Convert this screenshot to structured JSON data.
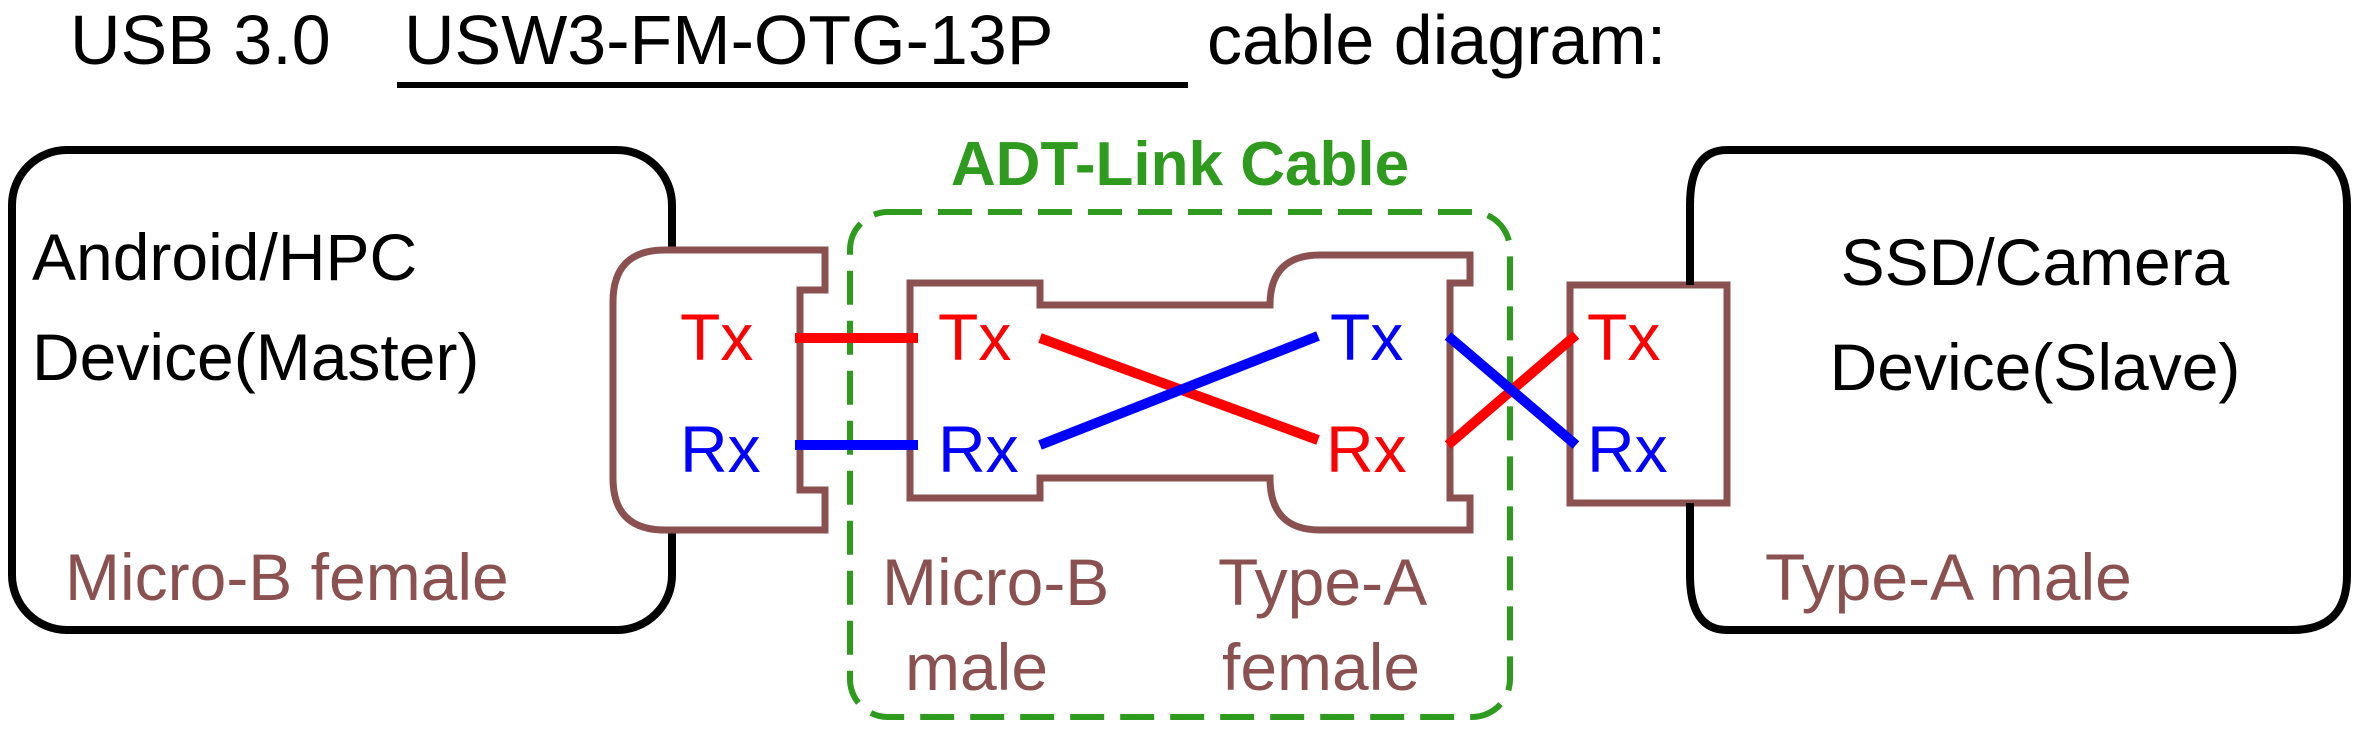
{
  "title": {
    "prefix": "USB 3.0",
    "model": "USW3-FM-OTG-13P",
    "suffix": "cable diagram:"
  },
  "master_device": {
    "line1": "Android/HPC",
    "line2": "Device(Master)",
    "connector": "Micro-B female"
  },
  "cable": {
    "title": "ADT-Link Cable",
    "left_connector_line1": "Micro-B",
    "left_connector_line2": "male",
    "right_connector_line1": "Type-A",
    "right_connector_line2": "female"
  },
  "slave_device": {
    "line1": "SSD/Camera",
    "line2": "Device(Slave)",
    "connector": "Type-A male"
  },
  "signals": {
    "tx": "Tx",
    "rx": "Rx"
  },
  "colors": {
    "device_border": "#000000",
    "connector": "#8B5050",
    "cable_box": "#2E9A1E",
    "tx": "#FF0000",
    "rx": "#0000FF",
    "text": "#000000"
  }
}
